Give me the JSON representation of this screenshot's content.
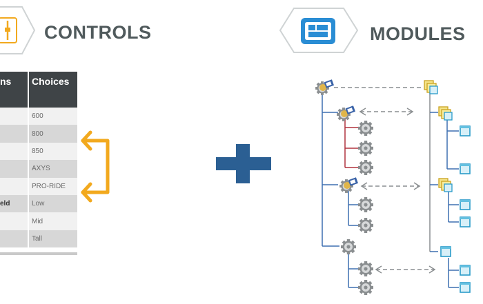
{
  "headings": {
    "controls": "CONTROLS",
    "modules": "MODULES"
  },
  "table": {
    "headers": [
      "ns",
      "Choices"
    ],
    "rows": [
      {
        "option": "",
        "choice": "600"
      },
      {
        "option": "",
        "choice": "800"
      },
      {
        "option": "",
        "choice": "850"
      },
      {
        "option": "",
        "choice": "AXYS"
      },
      {
        "option": "",
        "choice": "PRO-RIDE"
      },
      {
        "option": "eld",
        "choice": "Low"
      },
      {
        "option": "",
        "choice": "Mid"
      },
      {
        "option": "",
        "choice": "Tall"
      }
    ]
  },
  "icons": {
    "controls_badge": "slider-icon",
    "modules_badge": "module-card-icon",
    "plus": "plus-icon",
    "bracket": "double-arrow-bracket-icon",
    "tree_nodes": [
      "gear-assembly-icon",
      "gear-icon",
      "folder-module-icon",
      "module-box-icon"
    ]
  },
  "colors": {
    "heading_text": "#505a5c",
    "table_header": "#3f4447",
    "accent_orange": "#f2a91e",
    "plus_blue": "#2b5f93",
    "module_blue": "#2a8dd4",
    "tree_line_blue": "#3d6fb0",
    "tree_line_red": "#b0333f"
  }
}
